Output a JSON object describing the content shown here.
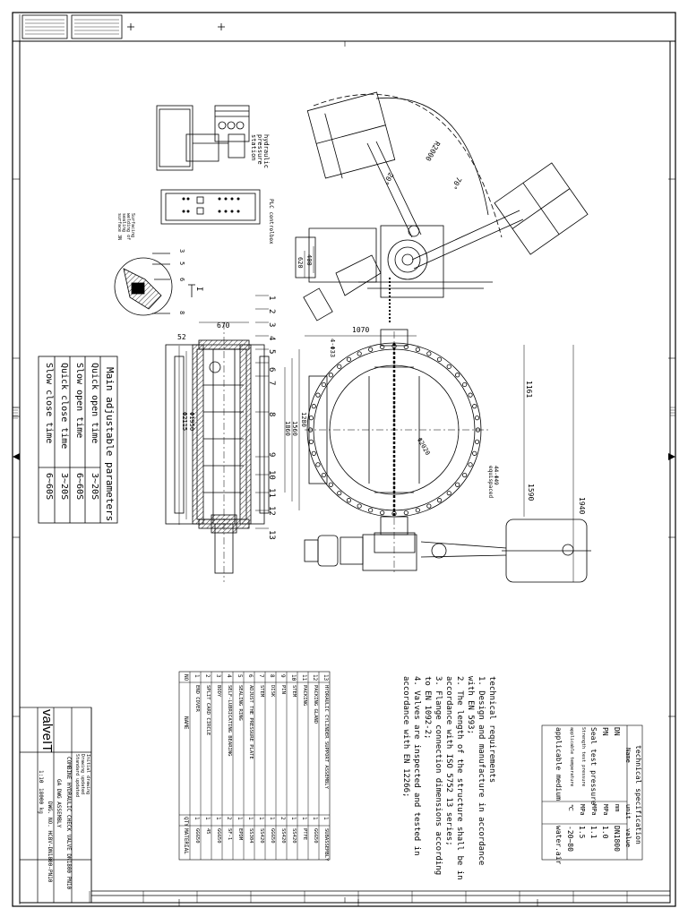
{
  "labels": {
    "hydraulic_station": "hydraulic pressure station",
    "plc": "PLC controlbox",
    "sealing": "Surfacing welding of sealing surface 3N"
  },
  "dims": {
    "r2000": "R2000",
    "a70": "70°",
    "a20": "20°",
    "d400": "400",
    "d620": "620",
    "d670": "670",
    "d52": "52",
    "d1070": "1070",
    "bolt4": "4-Φ33",
    "d1161": "1161",
    "bore": "Φ2020",
    "bolt44": "44-Φ49 equispaced",
    "d1280": "1280",
    "d1560": "1560",
    "d1860": "1860",
    "d1950": "Φ1950",
    "d2115": "Φ2115",
    "d1590": "1590",
    "d1940": "1940"
  },
  "callouts": [
    "1",
    "2",
    "3",
    "4",
    "5",
    "6",
    "7",
    "8",
    "9",
    "10",
    "11",
    "12",
    "13"
  ],
  "detail_callouts": [
    "3",
    "5",
    "6",
    "8"
  ],
  "detail_mark": "I",
  "params": {
    "title": "Main adjustable parameters",
    "rows": [
      [
        "Quick open time",
        "3~20S"
      ],
      [
        "Slow open time",
        "6~60S"
      ],
      [
        "Quick close time",
        "3~20S"
      ],
      [
        "Slow close time",
        "6~60S"
      ]
    ]
  },
  "requirements": {
    "title": "technical requirements",
    "lines": [
      "1. Design and manufacture in accordance",
      "with EN 593;",
      "2. The length of the structure shall be in",
      "accordance with ISO 5752 13 series;",
      "3. Flange connection dimensions according",
      "to EN 1092-2;",
      "4. Valves are inspected and tested in",
      "accordance with EN 12266;"
    ]
  },
  "spec": {
    "title": "technical specification",
    "headers": [
      "Name",
      "unit",
      "value"
    ],
    "rows": [
      [
        "DN",
        "mm",
        "DN1800"
      ],
      [
        "PN",
        "MPa",
        "1.0"
      ],
      [
        "Seal test pressure",
        "MPa",
        "1.1"
      ],
      [
        "Strength test pressure",
        "MPa",
        "1.5"
      ],
      [
        "applicable temperature",
        "℃",
        "-20~80"
      ],
      [
        "applicable medium",
        "",
        "water.air"
      ]
    ]
  },
  "bom": {
    "headers": [
      "NO",
      "NAME",
      "QTY",
      "MATERIAL"
    ],
    "rows": [
      [
        "13",
        "HYDRAULIC CYLINDER SUPPORT ASSEMBLY",
        "1",
        "SUBASSEMBLY"
      ],
      [
        "12",
        "PACKING GLAND",
        "1",
        "GGG50"
      ],
      [
        "11",
        "PACKING",
        "1",
        "PTFE"
      ],
      [
        "10",
        "STEM",
        "1",
        "SS420"
      ],
      [
        "9",
        "PIN",
        "2",
        "SS420"
      ],
      [
        "8",
        "DISK",
        "1",
        "GGG50"
      ],
      [
        "7",
        "STEM",
        "1",
        "SS420"
      ],
      [
        "6",
        "ADJUST THE PRESSURE PLATE",
        "1",
        "SS304"
      ],
      [
        "5",
        "SEALING RING",
        "1",
        "EPDM"
      ],
      [
        "4",
        "SELF-LUBRICATING BEARING",
        "2",
        "SF-1"
      ],
      [
        "3",
        "BODY",
        "1",
        "GGG50"
      ],
      [
        "2",
        "SPLIT CARD CIRCLE",
        "1",
        "45"
      ],
      [
        "1",
        "END COVER",
        "1",
        "GGG50"
      ]
    ]
  },
  "title_block": {
    "brand": "valveIT",
    "product": "COMBINE HYDRAULIC CHECK VALVE DN1800 PN10",
    "assembly": "GA DWG ASSEMBLY",
    "drawing_no": "DWG. NO. HCBV-DN1800-PN10",
    "scale": "1:10",
    "weight": "18000 kg",
    "rev_notes": [
      "Initial drawing",
      "Drawing updated",
      "Standard updated"
    ]
  },
  "colors": {
    "ink": "#000000",
    "paper": "#ffffff",
    "hatch": "#333333"
  }
}
